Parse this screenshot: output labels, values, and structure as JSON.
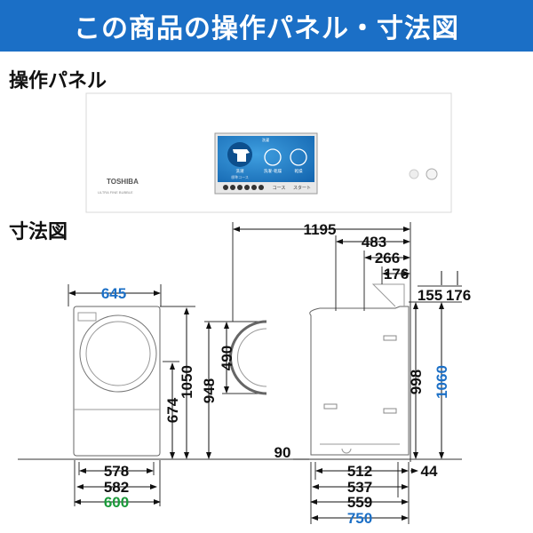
{
  "header": {
    "title": "この商品の操作パネル・寸法図"
  },
  "panel_section": {
    "title": "操作パネル",
    "brand": "TOSHIBA",
    "tagline": "ULTRA FINE BUBBLE",
    "screen": {
      "title": "洗濯",
      "mode_wash": "洗濯",
      "course": "標準コース",
      "mode_wash_dry": "洗濯･乾燥",
      "mode_dry": "乾燥",
      "course_button": "コース",
      "start_button": "スタート"
    }
  },
  "dimension_section": {
    "title": "寸法図",
    "front": {
      "width_top": "645",
      "height_total": "1050",
      "height_door": "674",
      "height_door_top": "948",
      "base_578": "578",
      "base_582": "582",
      "base_600": "600"
    },
    "door": {
      "diameter": "490"
    },
    "side": {
      "depth_total": "1195",
      "d483": "483",
      "d266": "266",
      "d176": "176",
      "h155": "155",
      "h176": "176",
      "h998": "998",
      "h1060": "1060",
      "h90": "90",
      "d512": "512",
      "d537": "537",
      "d559": "559",
      "d750": "750",
      "d44": "44"
    },
    "colors": {
      "blue": "#1b6fc6",
      "green": "#1a9a3a"
    }
  }
}
